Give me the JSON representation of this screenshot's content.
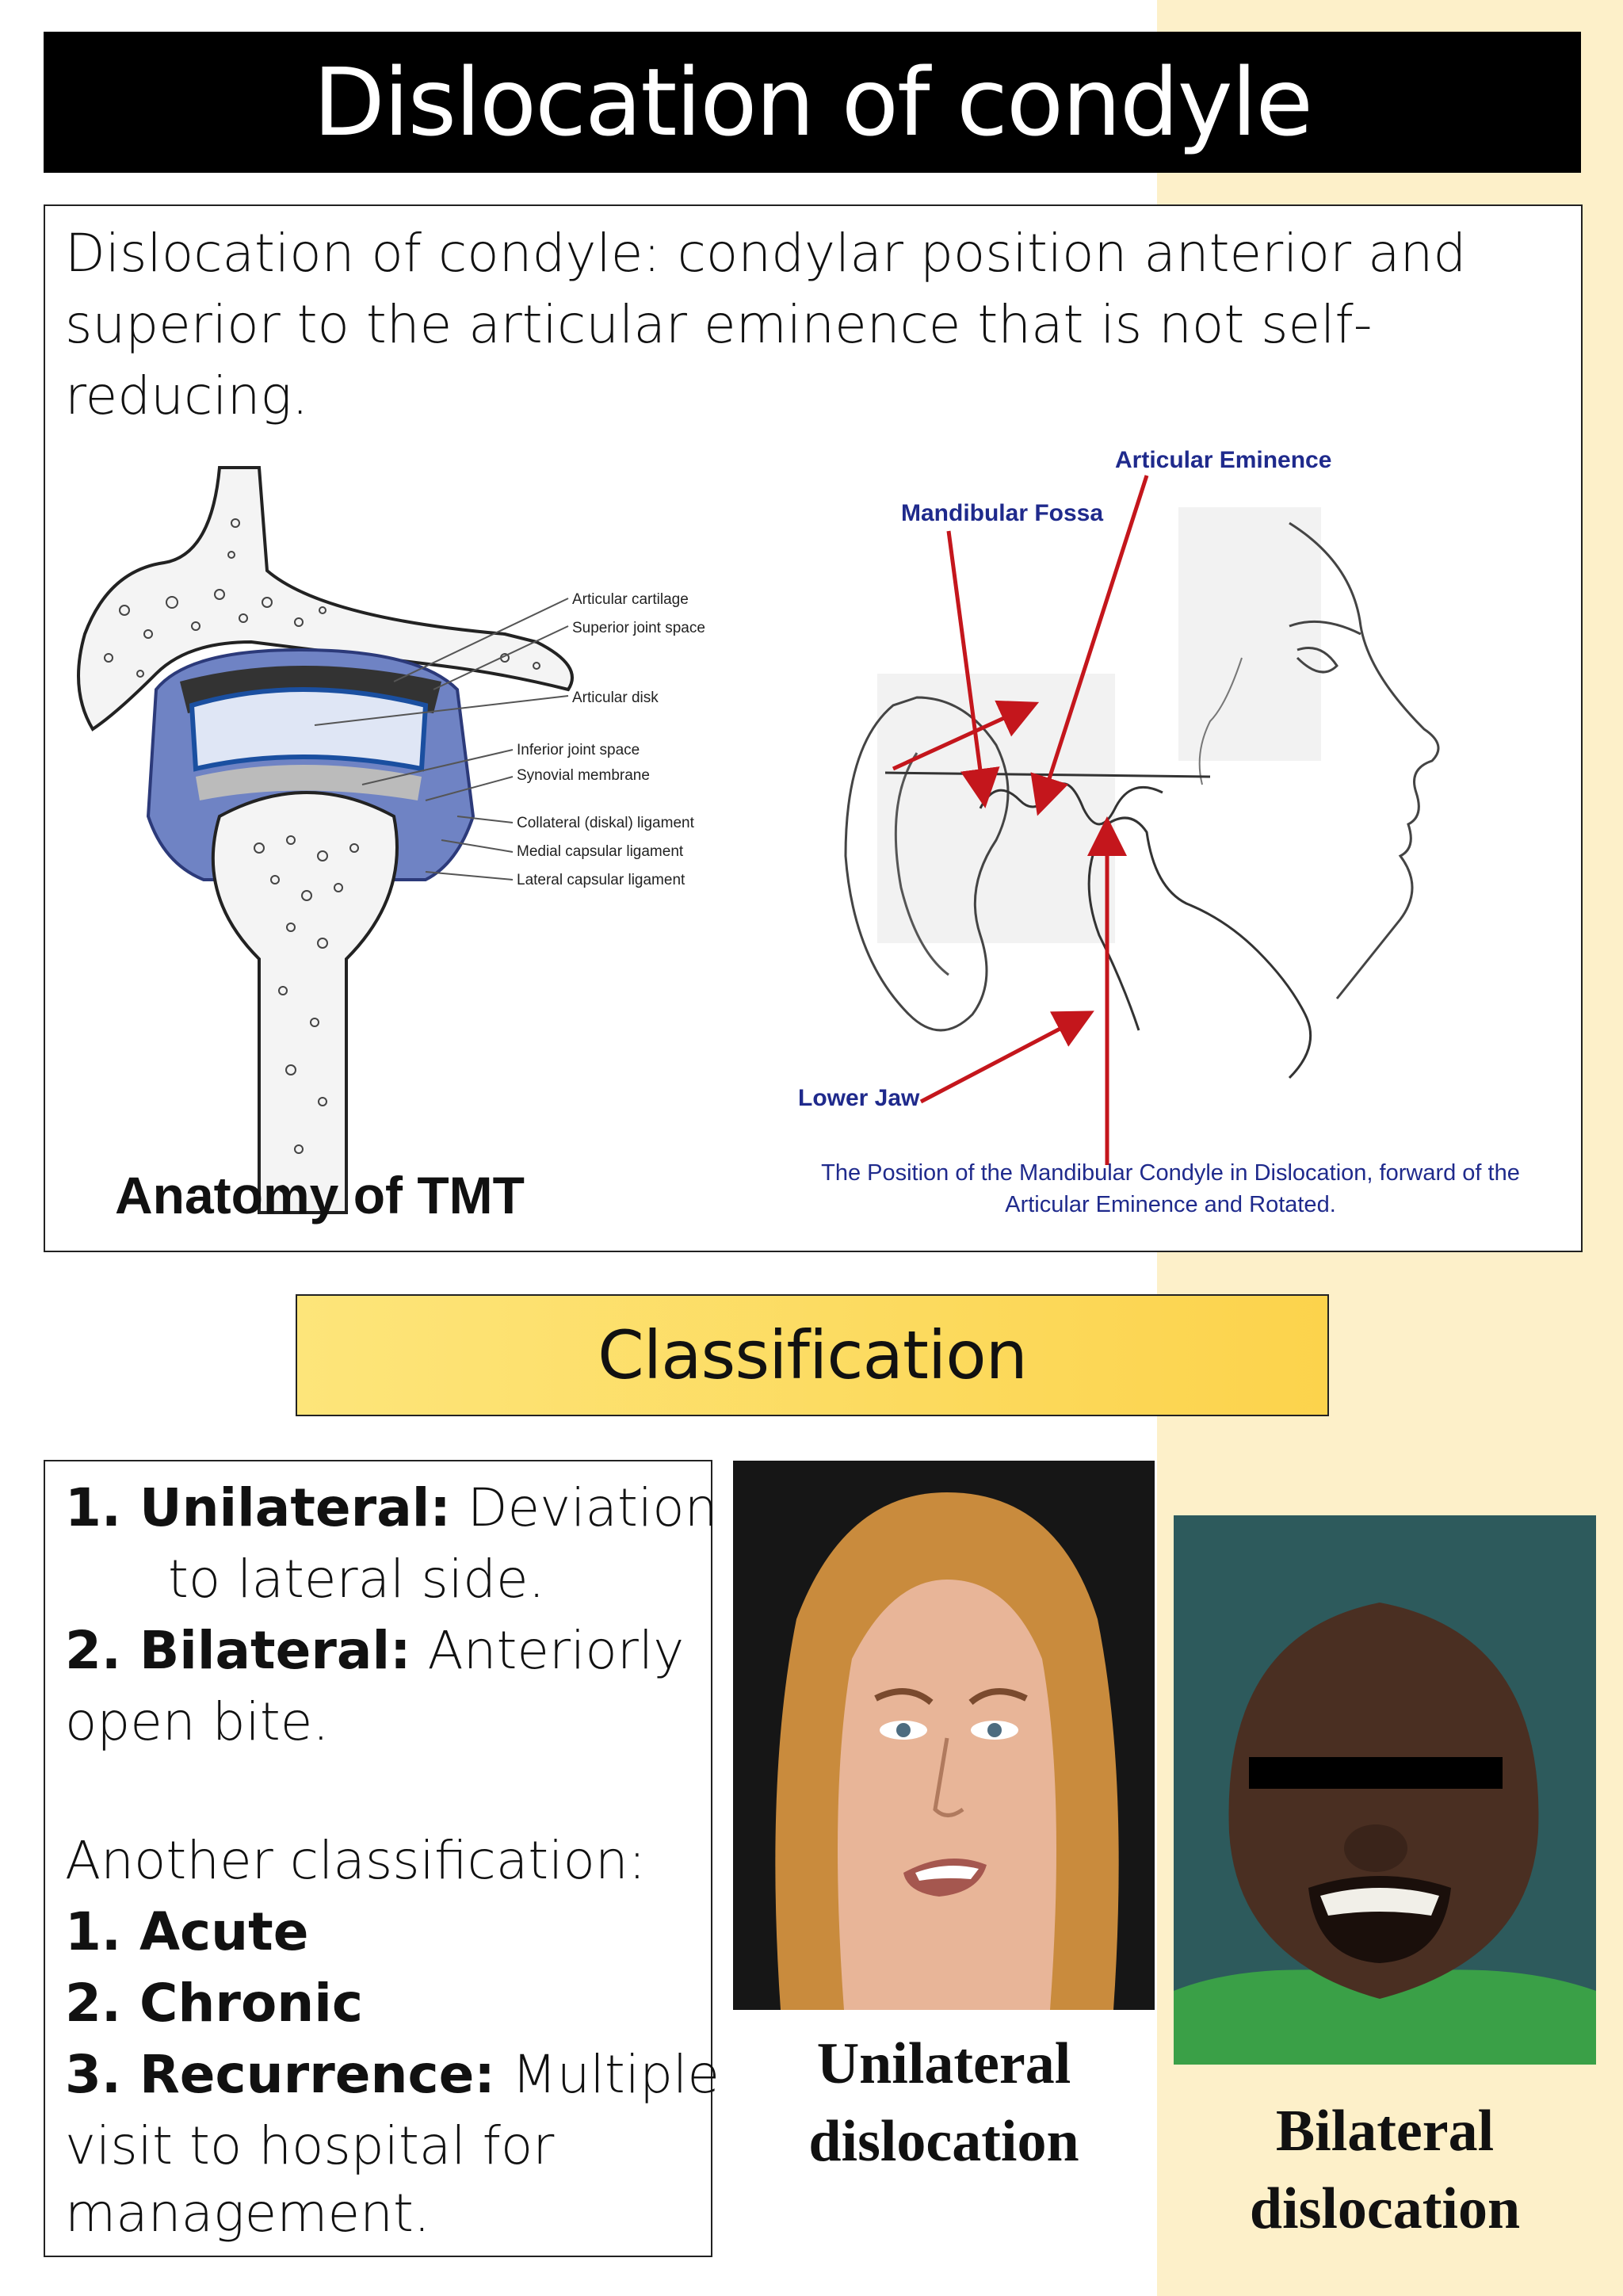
{
  "title": "Dislocation of condyle",
  "definition": {
    "lines": [
      "Dislocation of condyle: condylar position anterior and",
      "superior to the  articular eminence that is not self-",
      "reducing."
    ]
  },
  "anatomy_figure": {
    "caption": "Anatomy of TMT",
    "labels": [
      "Articular cartilage",
      "Superior joint space",
      "Articular disk",
      "Inferior joint space",
      "Synovial membrane",
      "Collateral (diskal) ligament",
      "Medial capsular ligament",
      "Lateral capsular ligament"
    ]
  },
  "position_figure": {
    "labels": {
      "articular_eminence": "Articular Eminence",
      "mandibular_fossa": "Mandibular Fossa",
      "lower_jaw": "Lower Jaw"
    },
    "caption_lines": [
      "The Position of the Mandibular Condyle in Dislocation, forward of the",
      "Articular Eminence and Rotated."
    ]
  },
  "classification": {
    "heading": "Classification",
    "items": [
      {
        "num_label": "1. Unilateral:",
        "desc": " Deviation"
      },
      {
        "indent_text": "to lateral side."
      },
      {
        "num_label": "2. Bilateral:",
        "desc": " Anteriorly"
      },
      {
        "plain": "open bite."
      },
      {
        "plain": "Another classification:"
      },
      {
        "num_label": "1. Acute"
      },
      {
        "num_label": "2. Chronic"
      },
      {
        "num_label": "3. Recurrence:",
        "desc": " Multiple"
      },
      {
        "plain": "visit to hospital for"
      },
      {
        "plain": "management."
      }
    ]
  },
  "photos": {
    "unilateral_caption": [
      "Unilateral",
      "dislocation"
    ],
    "bilateral_caption": [
      "Bilateral",
      "dislocation"
    ]
  },
  "colors": {
    "title_bg": "#000000",
    "classification_bg": "#fcd34c",
    "side_band": "#fdf0c9",
    "label_blue": "#1f2a8c",
    "arrow_red": "#c4161c"
  }
}
